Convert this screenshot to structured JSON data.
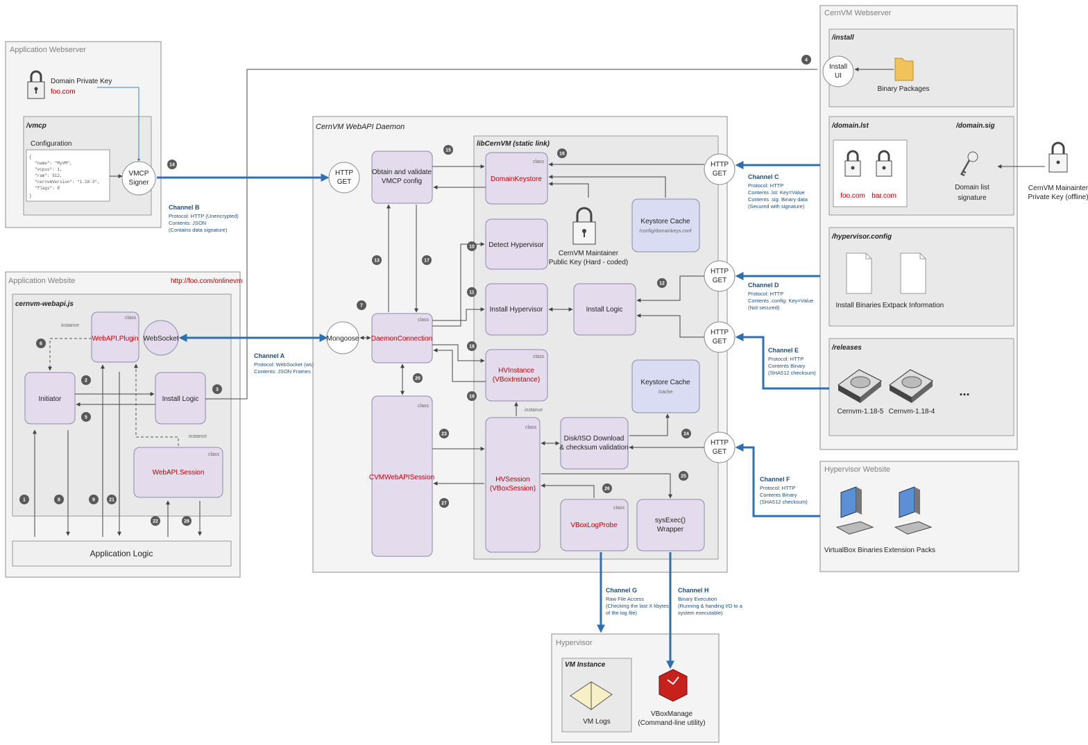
{
  "app_webserver": {
    "title": "Application Webserver",
    "key_label": "Domain Private Key",
    "key_domain": "foo.com",
    "vmcp_path": "/vmcp",
    "config_label": "Configuration",
    "config_lines": [
      "{",
      "\"name\": \"MyVM\",",
      "\"vcpus\": 1,",
      "\"ram\": 512,",
      "\"cernvmVersion\": \"1.18-3\",",
      "\"flags\": 8",
      "}"
    ],
    "signer_line1": "VMCP",
    "signer_line2": "Signer"
  },
  "app_website": {
    "title": "Application Website",
    "url": "http://foo.com/onlinevm",
    "js_path": "cernvm-webapi.js",
    "plugin": "WebAPI.Plugin",
    "websocket": "WebSocket",
    "initiator": "Initiator",
    "install_logic": "Install Logic",
    "session": "WebAPI.Session",
    "instance": "instance",
    "class": "class",
    "app_logic": "Application Logic"
  },
  "daemon": {
    "title": "CernVM WebAPI Daemon",
    "lib_title": "libCernVM (static link)",
    "http_get": [
      "HTTP",
      "GET"
    ],
    "obtain": [
      "Obtain and validate",
      "VMCP config"
    ],
    "domain_keystore": "DomainKeystore",
    "keystore_cache1": [
      "Keystore Cache",
      "/config/domainkeys.conf"
    ],
    "maintainer_key": [
      "CernVM Maintainer",
      "Public  Key (Hard - coded)"
    ],
    "detect_hv": "Detect Hypervisor",
    "install_hv": "Install Hypervisor",
    "install_logic": "Install Logic",
    "mongoose": "Mongoose",
    "daemon_conn": "DaemonConnection",
    "hvinstance": [
      "HVInstance",
      "(VBoxInstance)"
    ],
    "keystore_cache2": [
      "Keystore Cache",
      "/cache"
    ],
    "cvm_session": "CVMWebAPISession",
    "hvsession": [
      "HVSession",
      "(VBoxSession)"
    ],
    "download": [
      "Disk/ISO Download",
      "& checksum validation"
    ],
    "log_probe": "VBoxLogProbe",
    "sysexec": [
      "sysExec()",
      "Wrapper"
    ]
  },
  "cernvm_webserver": {
    "title": "CernVM Webserver",
    "install_path": "/install",
    "install_ui": [
      "Install",
      "UI"
    ],
    "binary_packages": "Binary Packages",
    "domain_lst": "/domain.lst",
    "domain_sig": "/domain.sig",
    "foo": "foo.com",
    "bar": "bar.com",
    "domain_sig_label": [
      "Domain list",
      "signature"
    ],
    "hv_config": "/hypervisor.config",
    "install_binaries": "Install Binaries",
    "extpack_info": "Extpack Information",
    "releases": "/releases",
    "rel1": "Cernvm-1.18-5",
    "rel2": "Cernvm-1.18-4",
    "ellipsis": "..."
  },
  "maintainer_private": [
    "CernVM Mainainter",
    "Private Key (offline)"
  ],
  "hypervisor_website": {
    "title": "Hypervisor Website",
    "vbox": "VirtualBox Binaries",
    "ext": "Extension Packs"
  },
  "hypervisor": {
    "title": "Hypervisor",
    "vm_instance": "VM Instance",
    "vm_logs": "VM Logs",
    "vboxmanage": [
      "VBoxManage",
      "(Command-line utility)"
    ]
  },
  "channels": {
    "A": {
      "name": "Channel A",
      "lines": [
        "Protocol: WebSocket (ws)",
        "Contents: JSON Frames"
      ]
    },
    "B": {
      "name": "Channel B",
      "lines": [
        "Protocol: HTTP (Unencrypted)",
        "Contents: JSON",
        "(Contains data signature)"
      ]
    },
    "C": {
      "name": "Channel C",
      "lines": [
        "Protocol: HTTP",
        "Contents .lst: Key=Value",
        "Contents .sig: Binary data",
        "(Secured with signature)"
      ]
    },
    "D": {
      "name": "Channel D",
      "lines": [
        "Protocol: HTTP",
        "Contents .config: Key=Value",
        "(Not secured)"
      ]
    },
    "E": {
      "name": "Channel E",
      "lines": [
        "Protocol: HTTP",
        "Contents Binary",
        "(SHA512 checksum)"
      ]
    },
    "F": {
      "name": "Channel F",
      "lines": [
        "Protocol: HTTP",
        "Contents Binary",
        "(SHA512 checksum)"
      ]
    },
    "G": {
      "name": "Channel G",
      "lines": [
        "Raw File Access",
        "(Checking the last X kbytes",
        "of the log file)"
      ]
    },
    "H": {
      "name": "Channel H",
      "lines": [
        "Binary Execution",
        "(Running & handing I/O to a",
        "system executable)"
      ]
    }
  },
  "steps": [
    "1",
    "2",
    "3",
    "4",
    "5",
    "6",
    "7",
    "8",
    "9",
    "10",
    "11",
    "12",
    "13",
    "14",
    "15",
    "16",
    "17",
    "18",
    "19",
    "20",
    "21",
    "22",
    "23",
    "24",
    "25",
    "26",
    "27",
    "28"
  ]
}
